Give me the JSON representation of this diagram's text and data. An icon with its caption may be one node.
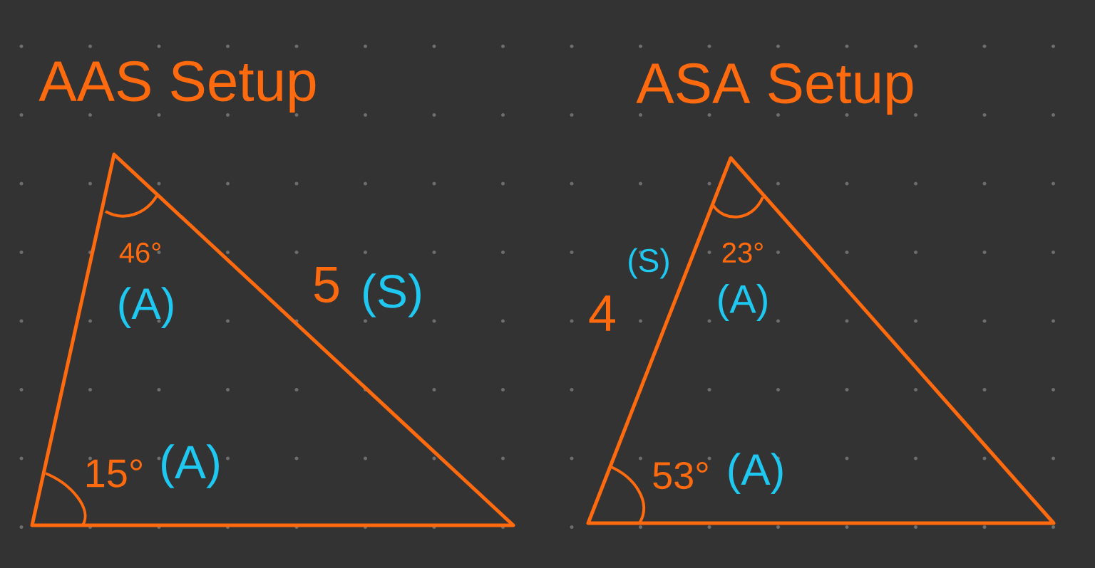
{
  "diagram": {
    "labels": [
      "AAS Setup",
      "46°",
      "(A)",
      "5",
      "(S)",
      "15°",
      "(A)",
      "ASA Setup",
      "4",
      "(S)",
      "23°",
      "(A)",
      "53°",
      "(A)"
    ]
  }
}
